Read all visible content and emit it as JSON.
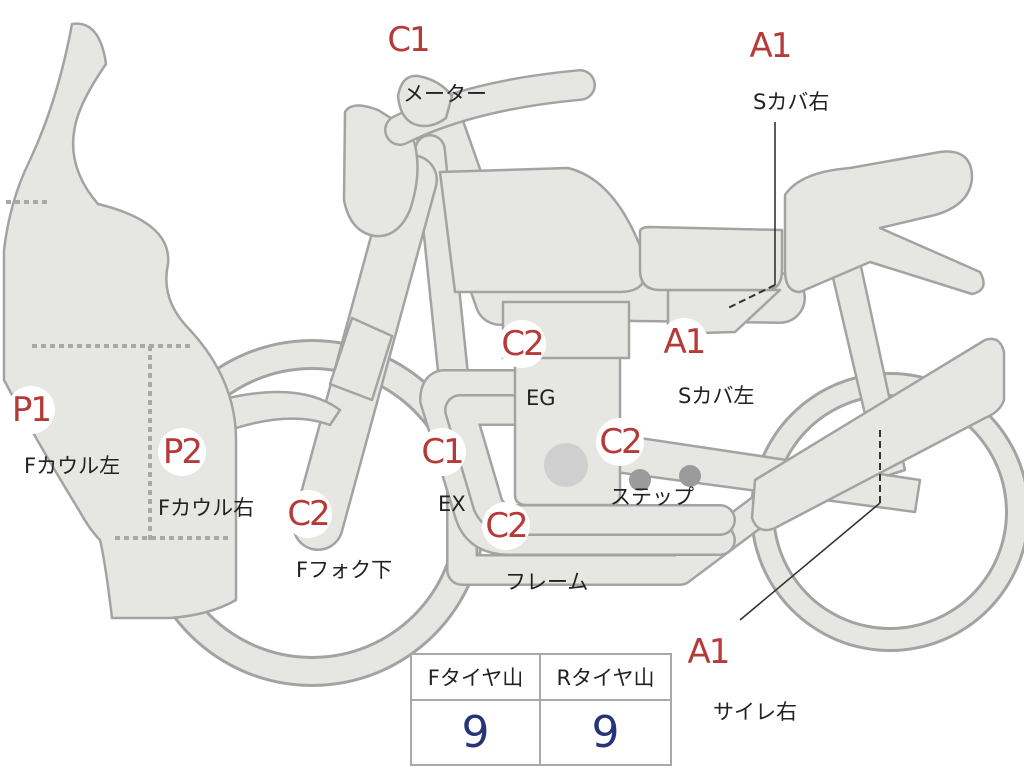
{
  "colors": {
    "part_fill": "#e6e6e2",
    "part_outline": "#a3a3a3",
    "code_text": "#b53a38",
    "tread_value_text": "#26357a"
  },
  "markers": [
    {
      "code": "C1",
      "label": "メーター"
    },
    {
      "code": "A1",
      "label": "Sカバ右"
    },
    {
      "code": "P1",
      "label": "Fカウル左"
    },
    {
      "code": "P2",
      "label": "Fカウル右"
    },
    {
      "code": "C2",
      "label": "Fフォク下"
    },
    {
      "code": "C2",
      "label": "EG"
    },
    {
      "code": "A1",
      "label": "Sカバ左"
    },
    {
      "code": "C1",
      "label": "EX"
    },
    {
      "code": "C2",
      "label": "ステップ"
    },
    {
      "code": "C2",
      "label": "フレーム"
    },
    {
      "code": "A1",
      "label": "サイレ右"
    }
  ],
  "tire_table": {
    "headers": [
      "Fタイヤ山",
      "Rタイヤ山"
    ],
    "values": [
      "9",
      "9"
    ]
  }
}
